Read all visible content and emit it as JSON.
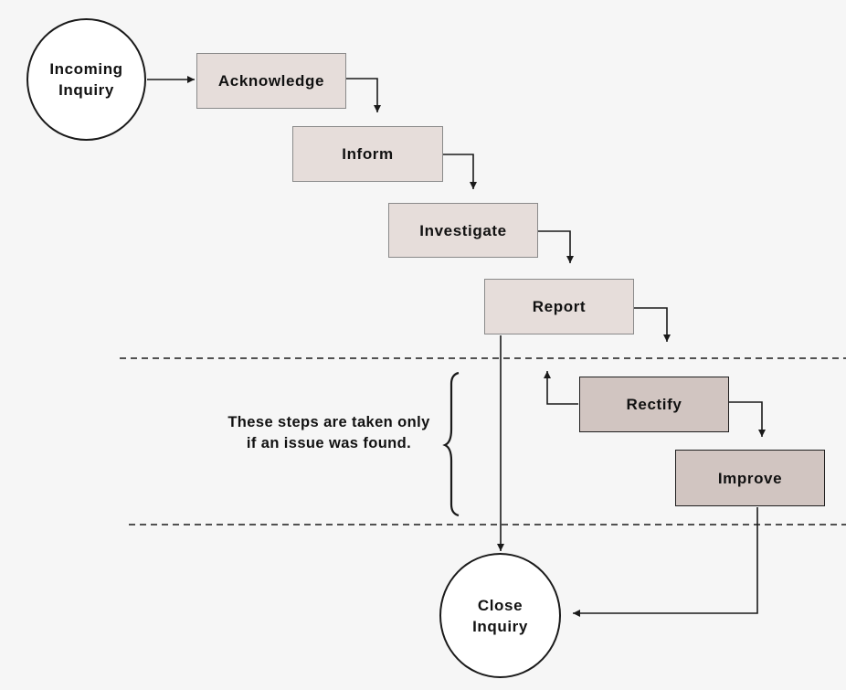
{
  "nodes": {
    "incoming": "Incoming Inquiry",
    "acknowledge": "Acknowledge",
    "inform": "Inform",
    "investigate": "Investigate",
    "report": "Report",
    "rectify": "Rectify",
    "improve": "Improve",
    "close": "Close Inquiry"
  },
  "note": "These steps are taken only if an issue was found.",
  "colors": {
    "background": "#f6f6f6",
    "step_fill": "#e6ddda",
    "conditional_step_fill": "#d1c5c1",
    "line": "#1a1a1a"
  }
}
